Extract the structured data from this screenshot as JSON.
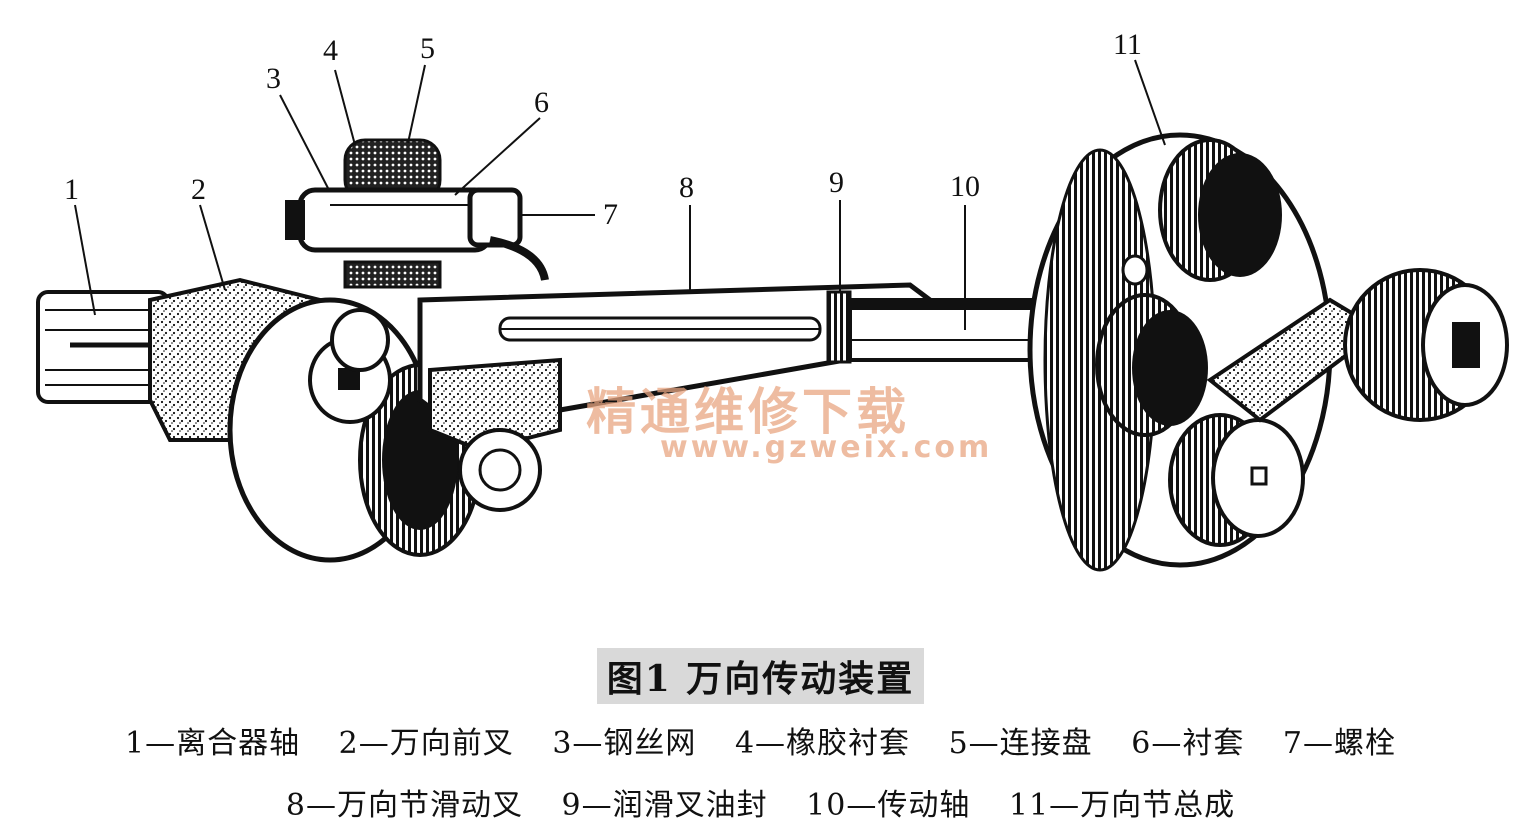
{
  "figure": {
    "title": "图1  万向传动装置",
    "callouts": [
      "1",
      "2",
      "3",
      "4",
      "5",
      "6",
      "7",
      "8",
      "9",
      "10",
      "11"
    ],
    "legend_row1": [
      "1—离合器轴",
      "2—万向前叉",
      "3—钢丝网",
      "4—橡胶衬套",
      "5—连接盘",
      "6—衬套",
      "7—螺栓"
    ],
    "legend_row2": [
      "8—万向节滑动叉",
      "9—润滑叉油封",
      "10—传动轴",
      "11—万向节总成"
    ]
  },
  "watermark": {
    "text": "精通维修下载",
    "url": "www.gzweix.com"
  }
}
